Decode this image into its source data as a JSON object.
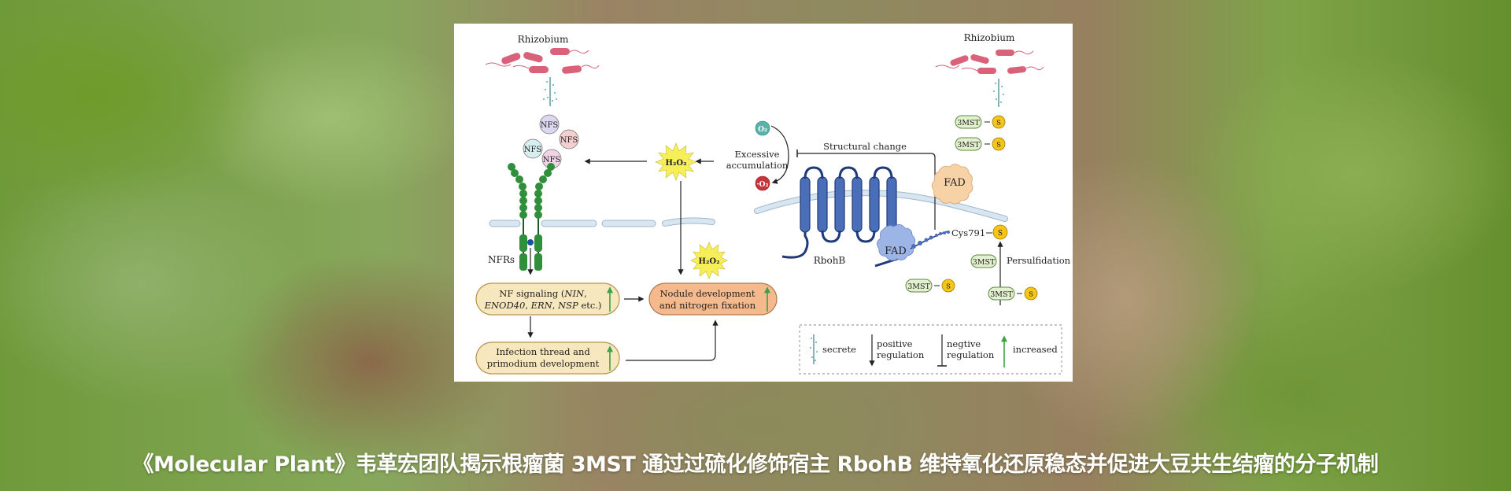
{
  "caption": "《Molecular Plant》韦革宏团队揭示根瘤菌 3MST 通过过硫化修饰宿主 RbohB 维持氧化还原稳态并促进大豆共生结瘤的分子机制",
  "diagram": {
    "left": {
      "rhizobium_label": "Rhizobium",
      "nfs_label": "NFS",
      "nfrs_label": "NFRs",
      "h2o2_label": "H₂O₂",
      "h2o2_label_2": "H₂O₂",
      "nf_signaling": {
        "line1_prefix": "NF signaling (",
        "line1_italic": "NIN",
        "line1_suffix": ",",
        "line2_italic_a": "ENOD40",
        "line2_sep1": ", ",
        "line2_italic_b": "ERN",
        "line2_sep2": ", ",
        "line2_italic_c": "NSP",
        "line2_suffix": " etc.)"
      },
      "nodule_box": {
        "line1": "Nodule development",
        "line2": "and nitrogen fixation"
      },
      "infection_box": {
        "line1": "Infection thread and",
        "line2": "primodium development"
      }
    },
    "middle": {
      "o2_label": "O₂",
      "superoxide_label": "·O₂",
      "excessive_line1": "Excessive",
      "excessive_line2": "accumulation",
      "structural_change": "Structural change"
    },
    "right": {
      "rhizobium_label": "Rhizobium",
      "mst_label": "3MST",
      "s_label": "S",
      "fad_label": "FAD",
      "rbohb_label": "RbohB",
      "cys_label": "Cys791",
      "persulfidation_label": "Persulfidation"
    },
    "legend": {
      "secrete": "secrete",
      "positive_line1": "positive",
      "positive_line2": "regulation",
      "negative_line1": "negtive",
      "negative_line2": "regulation",
      "increased": "increased"
    },
    "colors": {
      "bacteria": "#d9627a",
      "receptor_green": "#2f8f3a",
      "membrane": "#c9dbe8",
      "box_fill": "#f7e7bf",
      "box_stroke": "#b8924a",
      "nodule_fill": "#f4b98c",
      "h2o2_star": "#f7ef5a",
      "rbohb_blue": "#4a6fb8",
      "fad_blue": "#9db4e6",
      "fad_orange": "#f7d2a6",
      "mst_fill": "#e2f0cf",
      "s_fill": "#f5c518",
      "o2_teal": "#56b4a8",
      "superoxide_red": "#c9343a",
      "increase_arrow": "#3aa24a"
    }
  }
}
